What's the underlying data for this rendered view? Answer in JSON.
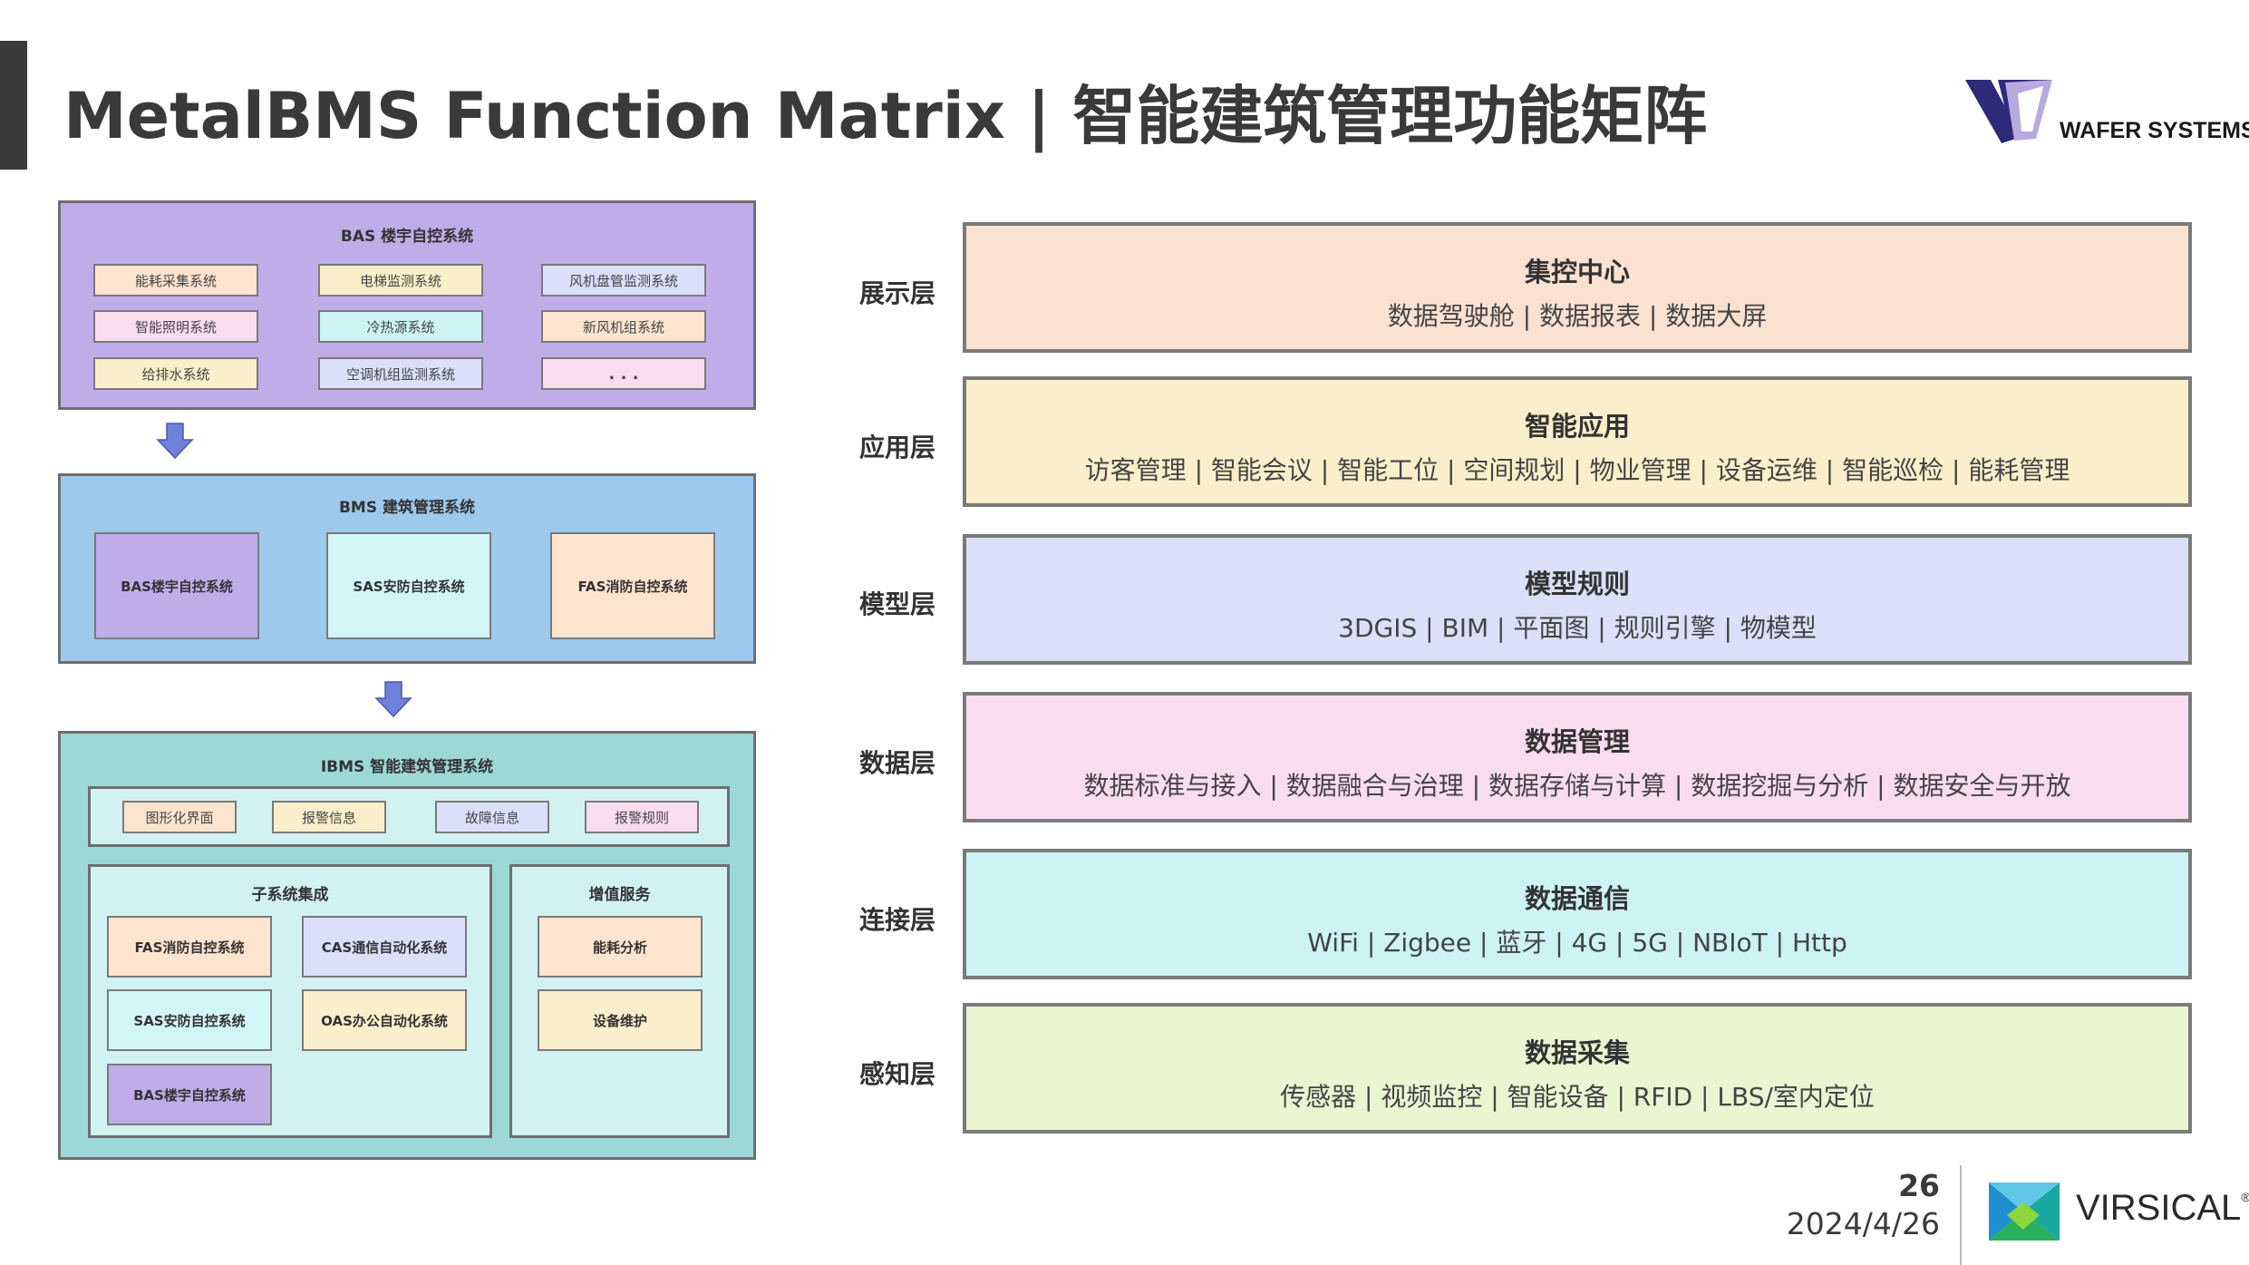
{
  "header": {
    "title": "MetalBMS Function Matrix | 智能建筑管理功能矩阵",
    "logo_text": "WAFER SYSTEMS"
  },
  "footer": {
    "page_number": "26",
    "date": "2024/4/26",
    "brand": "VIRSICAL",
    "brand_mark": "®"
  },
  "bas": {
    "title": "BAS 楼宇自控系统",
    "items": [
      "能耗采集系统",
      "电梯监测系统",
      "风机盘管监测系统",
      "智能照明系统",
      "冷热源系统",
      "新风机组系统",
      "给排水系统",
      "空调机组监测系统",
      ". . ."
    ]
  },
  "bms": {
    "title": "BMS 建筑管理系统",
    "items": [
      "BAS楼宇自控系统",
      "SAS安防自控系统",
      "FAS消防自控系统"
    ]
  },
  "ibms": {
    "title": "IBMS 智能建筑管理系统",
    "top_items": [
      "图形化界面",
      "报警信息",
      "故障信息",
      "报警规则"
    ],
    "subsystem": {
      "title": "子系统集成",
      "items": [
        "FAS消防自控系统",
        "CAS通信自动化系统",
        "SAS安防自控系统",
        "OAS办公自动化系统",
        "BAS楼宇自控系统"
      ]
    },
    "value_added": {
      "title": "增值服务",
      "items": [
        "能耗分析",
        "设备维护"
      ]
    }
  },
  "layers": [
    {
      "label": "展示层",
      "title": "集控中心",
      "items": "数据驾驶舱 | 数据报表 | 数据大屏",
      "color": "#fbe1cf"
    },
    {
      "label": "应用层",
      "title": "智能应用",
      "items": "访客管理 | 智能会议 | 智能工位 | 空间规划 | 物业管理 | 设备运维 | 智能巡检 | 能耗管理",
      "color": "#fbefcb"
    },
    {
      "label": "模型层",
      "title": "模型规则",
      "items": "3DGIS | BIM | 平面图 | 规则引擎 | 物模型",
      "color": "#dcdff9"
    },
    {
      "label": "数据层",
      "title": "数据管理",
      "items": "数据标准与接入 | 数据融合与治理 | 数据存储与计算 | 数据挖掘与分析 | 数据安全与开放",
      "color": "#fadcef"
    },
    {
      "label": "连接层",
      "title": "数据通信",
      "items": "WiFi | Zigbee | 蓝牙 | 4G | 5G | NBIoT | Http",
      "color": "#cdf3f5"
    },
    {
      "label": "感知层",
      "title": "数据采集",
      "items": "传感器 | 视频监控 | 智能设备 | RFID | LBS/室内定位",
      "color": "#eaf6d2"
    }
  ],
  "colors": {
    "bas_panel": "#bfadea",
    "bms_panel": "#9dc9ec",
    "ibms_panel": "#9ed8d6",
    "arrow": "#6f80d8",
    "chip_orange": "#fde4cf",
    "chip_pink": "#fadcef",
    "chip_lavender": "#dcdff9",
    "chip_cyan": "#cdf3f5",
    "chip_cream": "#fbefcb",
    "chip_purple": "#bfadea"
  }
}
